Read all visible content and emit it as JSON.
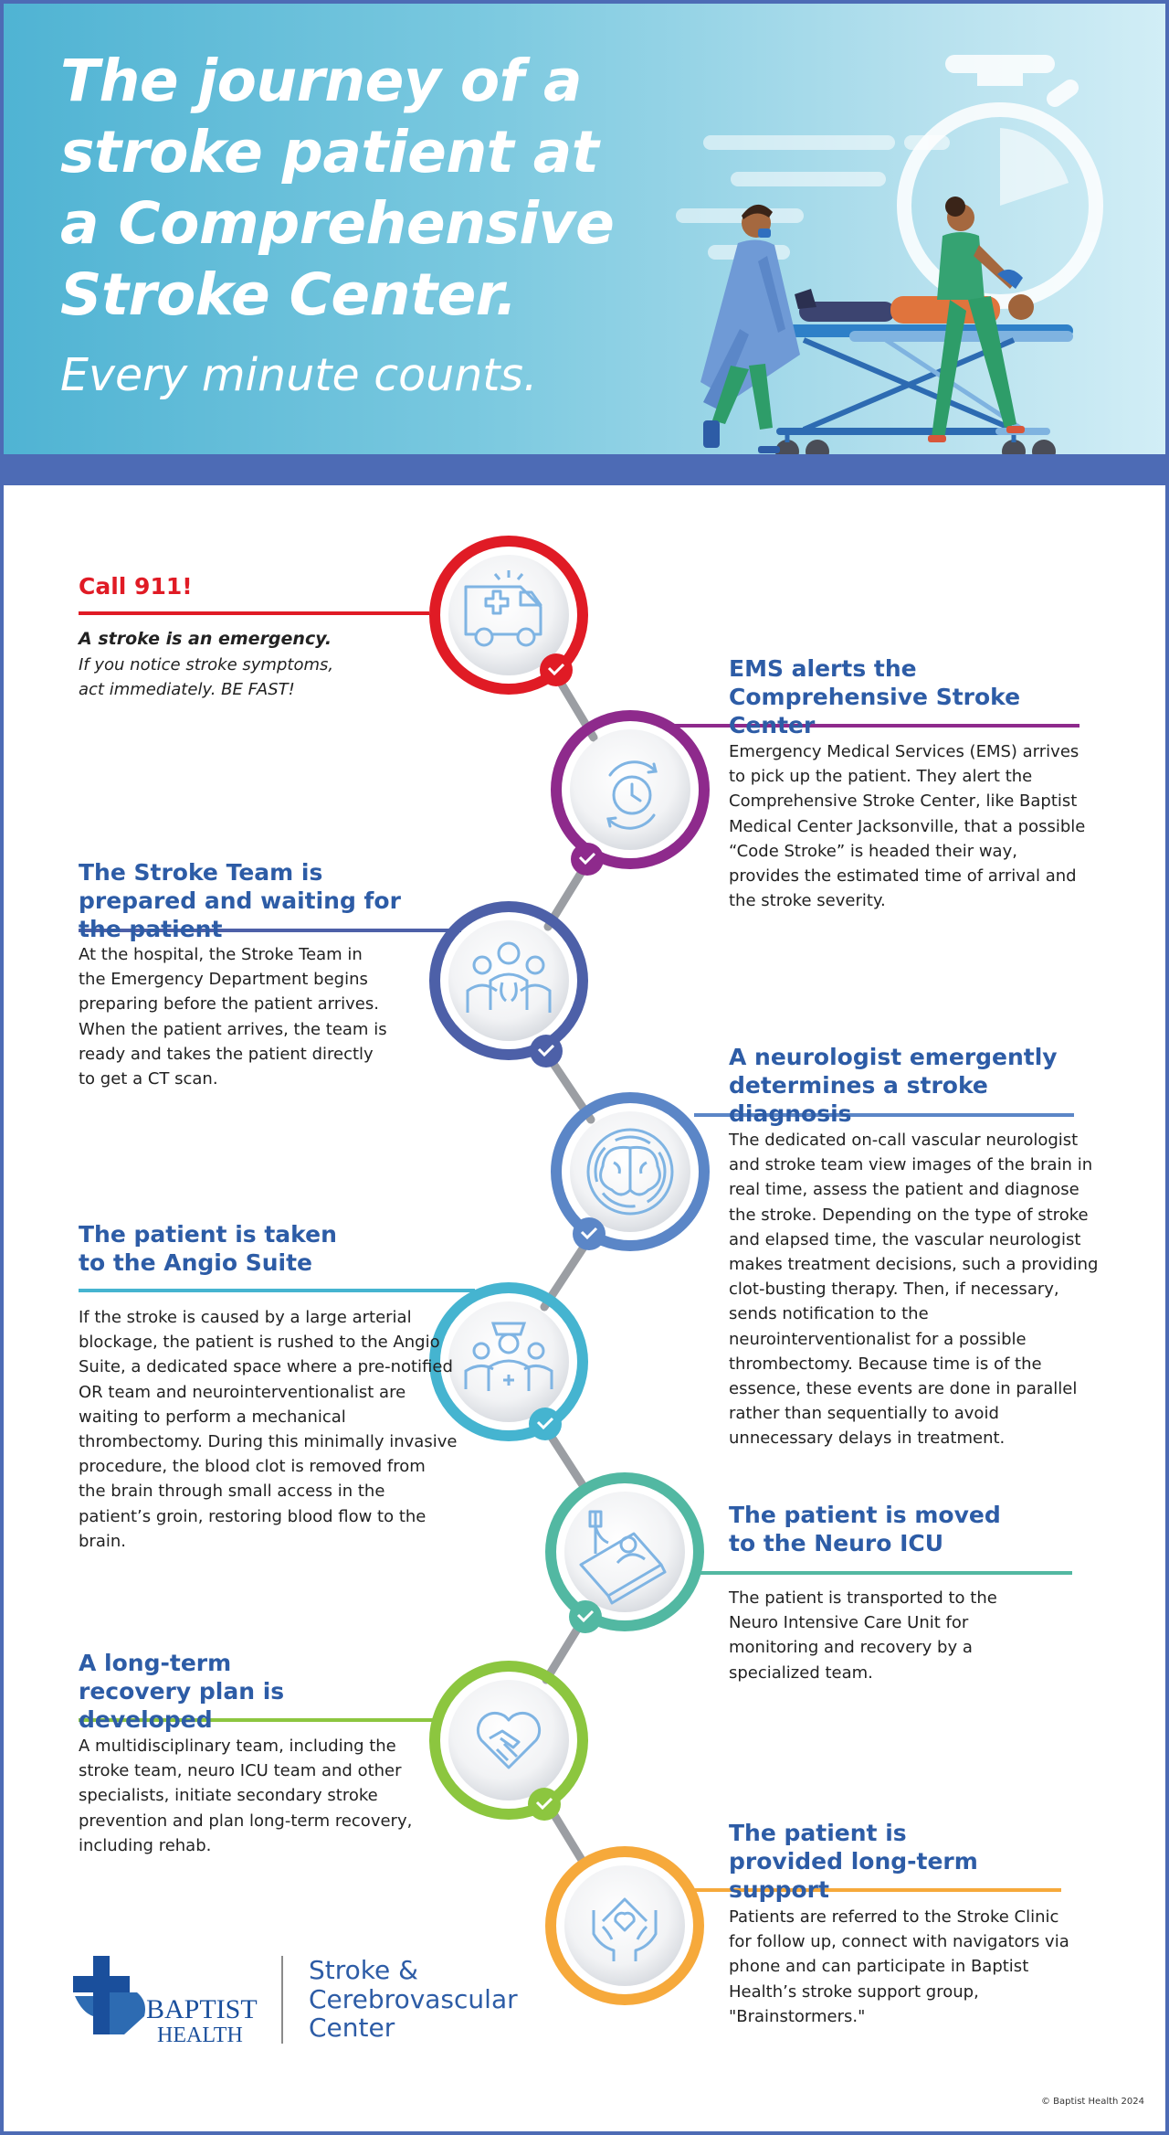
{
  "header": {
    "title": "The journey of a stroke patient at a Comprehensive Stroke Center.",
    "subtitle": "Every minute counts."
  },
  "steps": [
    {
      "title": "Call 911!",
      "lead": "A stroke is an emergency.",
      "body": "If you notice stroke symptoms, act immediately. BE FAST!",
      "icon": "ambulance-icon",
      "color": "#e01b25"
    },
    {
      "title": "EMS alerts the Comprehensive Stroke Center",
      "body": "Emergency Medical Services (EMS) arrives to pick up the patient. They alert the Comprehensive Stroke Center, like Baptist Medical Center Jacksonville, that a possible “Code Stroke” is headed their way, provides the estimated time of arrival and the stroke severity.",
      "icon": "clock-refresh-icon",
      "color": "#8e2a8c"
    },
    {
      "title": "The Stroke Team is prepared and waiting for the patient",
      "body": "At the hospital, the Stroke Team in the Emergency Department begins preparing before the patient arrives. When the patient arrives, the team is ready and takes the patient directly to get a CT scan.",
      "icon": "medical-team-icon",
      "color": "#4d60a8"
    },
    {
      "title": "A neurologist emergently determines a stroke diagnosis",
      "body": "The dedicated on-call vascular neurologist and stroke team view images of the brain in real time, assess the patient and diagnose the stroke. Depending on the type of stroke and elapsed time, the vascular neurologist makes treatment decisions, such a providing clot-busting therapy. Then, if necessary, sends notification to the neurointerventionalist for a possible thrombectomy. Because time is of the essence, these events are done in parallel rather than sequentially to avoid unnecessary delays in treatment.",
      "icon": "brain-icon",
      "color": "#5b86c7"
    },
    {
      "title": "The patient is taken to the Angio Suite",
      "body": "If the stroke is caused by a large arterial blockage, the patient is rushed to the Angio Suite, a dedicated space where a pre-notified OR team and neurointerventionalist are waiting to perform a mechanical thrombectomy. During this minimally invasive procedure, the blood clot is removed from the brain through small access in the patient’s groin, restoring blood flow to the brain.",
      "icon": "surgeons-icon",
      "color": "#45b4d0"
    },
    {
      "title": "The patient is moved to the Neuro ICU",
      "body": "The patient is transported to the Neuro Intensive Care Unit for monitoring and recovery by a specialized team.",
      "icon": "hospital-bed-icon",
      "color": "#52b8a2"
    },
    {
      "title": "A long-term recovery plan is developed",
      "body": "A multidisciplinary team, including the stroke team, neuro ICU team and other specialists, initiate secondary stroke prevention and plan long-term recovery, including rehab.",
      "icon": "handshake-heart-icon",
      "color": "#8cc63f"
    },
    {
      "title": "The patient is provided long-term support",
      "body": "Patients are referred to the Stroke Clinic for follow up, connect with navigators via phone and can participate in Baptist Health’s stroke support group, \"Brainstormers.\"",
      "icon": "hands-heart-home-icon",
      "color": "#f6a93b"
    }
  ],
  "footer": {
    "brand_line1": "BAPTIST",
    "brand_line2": "HEALTH",
    "center_name": "Stroke & Cerebrovascular Center",
    "copyright": "© Baptist Health 2024"
  }
}
